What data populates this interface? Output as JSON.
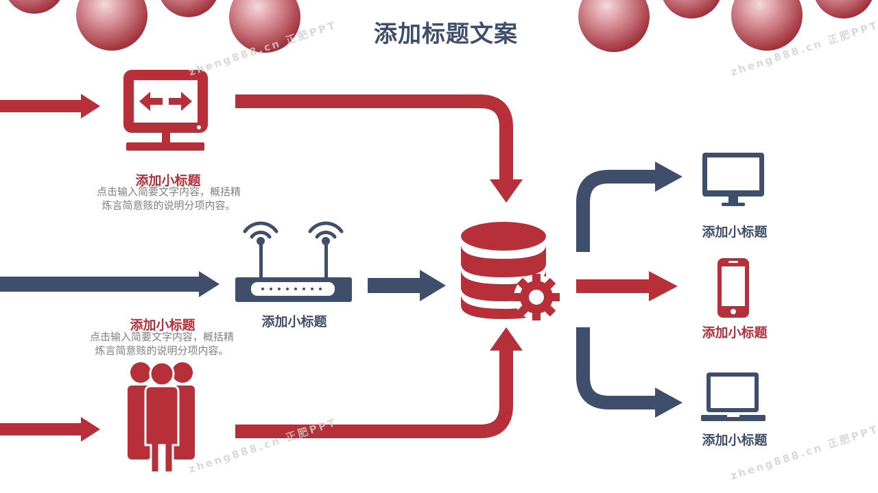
{
  "title": "添加标题文案",
  "colors": {
    "red": "#b72f39",
    "navy": "#3f4f6b"
  },
  "left_items": [
    {
      "icon": "monitor-code-icon",
      "title": "添加小标题",
      "desc_line1": "点击输入简要文字内容，概括精",
      "desc_line2": "炼言简意赅的说明分项内容。"
    },
    {
      "icon": "router-icon",
      "title": "添加小标题"
    },
    {
      "icon": "people-group-icon",
      "title": "添加小标题",
      "desc_line1": "点击输入简要文字内容，概括精",
      "desc_line2": "炼言简意赅的说明分项内容。"
    }
  ],
  "center": {
    "icon": "database-gear-icon"
  },
  "right_items": [
    {
      "icon": "monitor-icon",
      "title": "添加小标题"
    },
    {
      "icon": "smartphone-icon",
      "title": "添加小标题"
    },
    {
      "icon": "laptop-icon",
      "title": "添加小标题"
    }
  ],
  "watermark": "zheng888.cn 正肥PPT"
}
